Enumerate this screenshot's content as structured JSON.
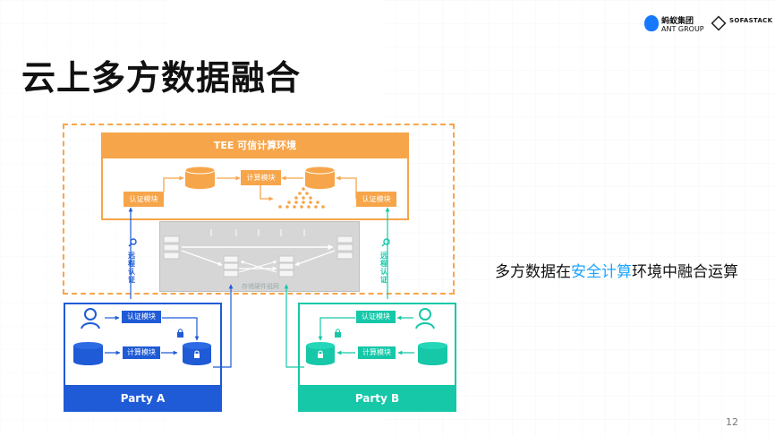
{
  "slide": {
    "title": "云上多方数据融合",
    "page_number": "12",
    "right_text": {
      "before": "多方数据在",
      "highlight": "安全计算",
      "after": "环境中融合运算"
    }
  },
  "brand": {
    "ant_cn": "蚂蚁集团",
    "ant_en": "ANT GROUP",
    "sofa": "SOFASTACK"
  },
  "diagram": {
    "tee_title": "TEE 可信计算环境",
    "tee_auth_left": "认证模块",
    "tee_compute": "计算模块",
    "tee_auth_right": "认证模块",
    "remote_auth_left": "远程认证",
    "remote_auth_right": "远程认证",
    "storage_label": "存储硬件组网",
    "party_a": {
      "title": "Party A",
      "auth": "认证模块",
      "compute": "计算模块"
    },
    "party_b": {
      "title": "Party B",
      "auth": "认证模块",
      "compute": "计算模块"
    }
  },
  "colors": {
    "orange": "#f7a54a",
    "blue": "#1f5bd6",
    "teal": "#16c7a8",
    "highlight": "#1aa4ff"
  },
  "icons": {
    "search": "search-icon",
    "user": "user-icon",
    "database": "database-icon",
    "lock": "lock-icon",
    "server": "server-icon"
  }
}
